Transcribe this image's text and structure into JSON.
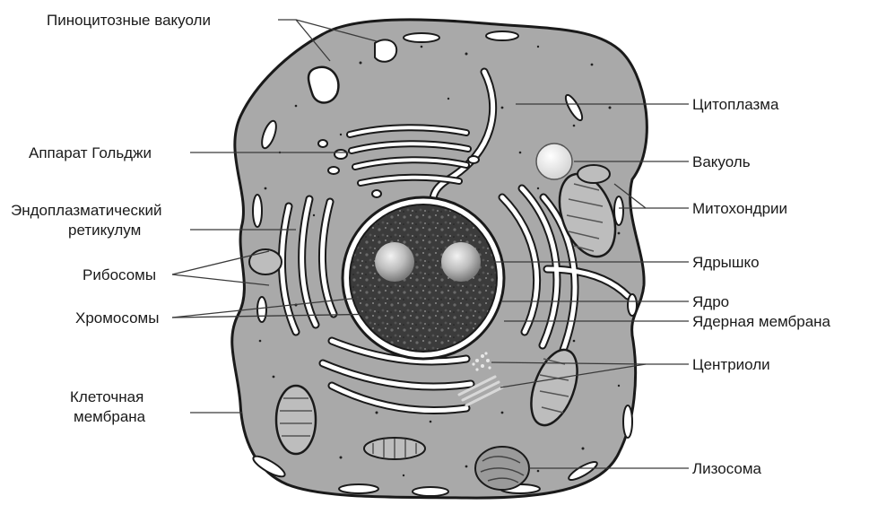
{
  "labels": {
    "pinocytotic_vacuoles": "Пиноцитозные вакуоли",
    "golgi": "Аппарат Гольджи",
    "er_line1": "Эндоплазматический",
    "er_line2": "ретикулум",
    "ribosomes": "Рибосомы",
    "chromosomes": "Хромосомы",
    "cell_membrane_line1": "Клеточная",
    "cell_membrane_line2": "мембрана",
    "cytoplasm": "Цитоплазма",
    "vacuole": "Вакуоль",
    "mitochondria": "Митохондрии",
    "nucleolus": "Ядрышко",
    "nucleus": "Ядро",
    "nuclear_membrane": "Ядерная мембрана",
    "centrioles": "Центриоли",
    "lysosome": "Лизосома"
  },
  "colors": {
    "cytoplasm": "#a9a9a9",
    "outline": "#1a1a1a",
    "nucleus": "#3a3a3a",
    "organelle_fill": "#ffffff"
  }
}
